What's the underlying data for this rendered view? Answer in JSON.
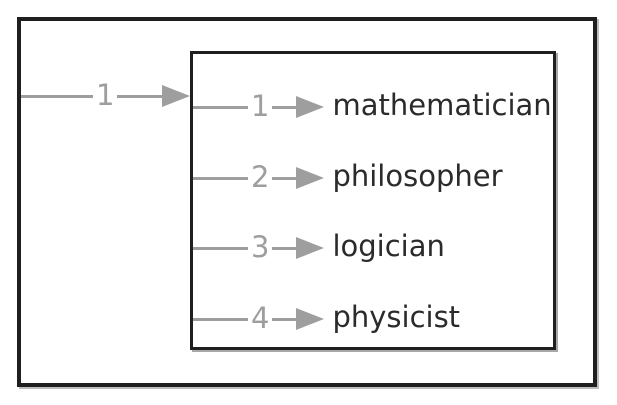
{
  "diagram": {
    "description": "nested-box mapping diagram",
    "outer_arrow": {
      "index": "1"
    },
    "inner_items": [
      {
        "index": "1",
        "label": "mathematician"
      },
      {
        "index": "2",
        "label": "philosopher"
      },
      {
        "index": "3",
        "label": "logician"
      },
      {
        "index": "4",
        "label": "physicist"
      }
    ],
    "colors": {
      "arrow_gray": "#9e9e9e",
      "box_border_dark": "#1f1f1f",
      "text_dark": "#2b2b2b",
      "background": "#ffffff"
    }
  }
}
